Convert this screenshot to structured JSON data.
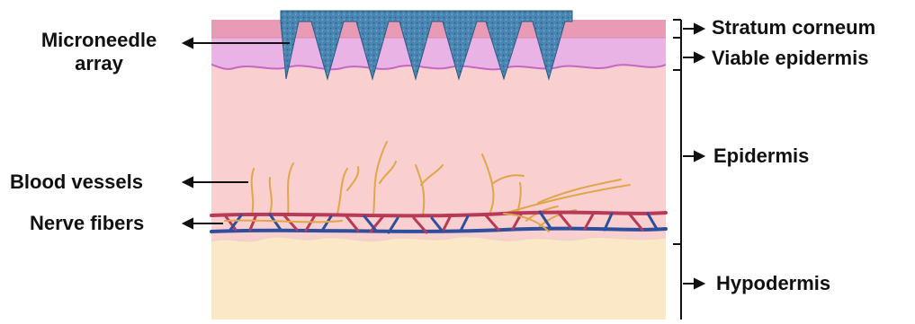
{
  "labels": {
    "microneedle_line1": "Microneedle",
    "microneedle_line2": "array",
    "blood_vessels": "Blood vessels",
    "nerve_fibers": "Nerve fibers",
    "stratum_corneum": "Stratum corneum",
    "viable_epidermis": "Viable epidermis",
    "epidermis": "Epidermis",
    "hypodermis": "Hypodermis"
  },
  "colors": {
    "stratum_corneum": "#e99bb6",
    "viable_epidermis": "#eab3e6",
    "dermis": "#f9cfcf",
    "hypodermis": "#fbe8c6",
    "needle": "#4d88b3",
    "artery": "#b73a58",
    "vein": "#2e4f9c",
    "nerve": "#e0a64a"
  }
}
